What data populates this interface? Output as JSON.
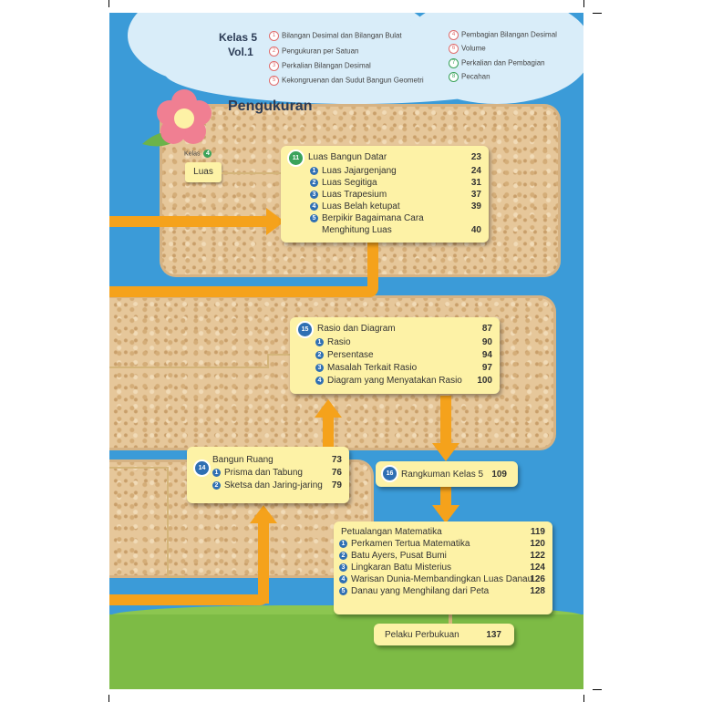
{
  "header": {
    "grade": "Kelas 5",
    "volume": "Vol.1",
    "chapters_left": [
      {
        "n": "1",
        "label": "Bilangan Desimal dan Bilangan Bulat"
      },
      {
        "n": "2",
        "label": "Pengukuran per Satuan"
      },
      {
        "n": "3",
        "label": "Perkalian Bilangan Desimal"
      },
      {
        "n": "5",
        "label": "Kekongruenan dan Sudut Bangun Geometri"
      }
    ],
    "chapters_right": [
      {
        "n": "4",
        "label": "Pembagian Bilangan Desimal"
      },
      {
        "n": "6",
        "label": "Volume"
      },
      {
        "n": "7",
        "label": "Perkalian dan Pembagian"
      },
      {
        "n": "8",
        "label": "Pecahan"
      }
    ]
  },
  "section_title": "Pengukuran",
  "prior": {
    "kelas": "Kelas",
    "kelas_num": "4",
    "topic": "Luas"
  },
  "cards": {
    "luas": {
      "num": "11",
      "title": "Luas Bangun Datar",
      "page": "23",
      "items": [
        {
          "n": "1",
          "label": "Luas Jajargenjang",
          "page": "24"
        },
        {
          "n": "2",
          "label": "Luas Segitiga",
          "page": "31"
        },
        {
          "n": "3",
          "label": "Luas Trapesium",
          "page": "37"
        },
        {
          "n": "4",
          "label": "Luas Belah ketupat",
          "page": "39"
        },
        {
          "n": "5",
          "label": "Berpikir Bagaimana Cara",
          "page": ""
        },
        {
          "n": "",
          "label": "Menghitung Luas",
          "page": "40"
        }
      ]
    },
    "rasio": {
      "num": "15",
      "title": "Rasio dan Diagram",
      "page": "87",
      "items": [
        {
          "n": "1",
          "label": "Rasio",
          "page": "90"
        },
        {
          "n": "2",
          "label": "Persentase",
          "page": "94"
        },
        {
          "n": "3",
          "label": "Masalah Terkait Rasio",
          "page": "97"
        },
        {
          "n": "4",
          "label": "Diagram yang Menyatakan Rasio",
          "page": "100"
        }
      ]
    },
    "ruang": {
      "num": "14",
      "title": "Bangun Ruang",
      "page": "73",
      "items": [
        {
          "n": "1",
          "label": "Prisma dan Tabung",
          "page": "76"
        },
        {
          "n": "2",
          "label": "Sketsa dan Jaring-jaring",
          "page": "79"
        }
      ]
    },
    "rangkuman": {
      "num": "16",
      "title": "Rangkuman Kelas 5",
      "page": "109"
    },
    "petualangan": {
      "title": "Petualangan Matematika",
      "page": "119",
      "items": [
        {
          "n": "1",
          "label": "Perkamen Tertua Matematika",
          "page": "120"
        },
        {
          "n": "2",
          "label": "Batu Ayers, Pusat Bumi",
          "page": "122"
        },
        {
          "n": "3",
          "label": "Lingkaran Batu Misterius",
          "page": "124"
        },
        {
          "n": "4",
          "label": "Warisan Dunia-Membandingkan Luas Danau",
          "page": "126"
        },
        {
          "n": "5",
          "label": "Danau yang Menghilang dari Peta",
          "page": "128"
        }
      ]
    },
    "pelaku": {
      "title": "Pelaku Perbukuan",
      "page": "137"
    }
  },
  "colors": {
    "sky": "#3b9bd8",
    "arrow": "#f5a21b",
    "card": "#fdf2a6",
    "cork": "#e6c79a",
    "badge": "#2f6fb3",
    "grass": "#7dbb45"
  }
}
